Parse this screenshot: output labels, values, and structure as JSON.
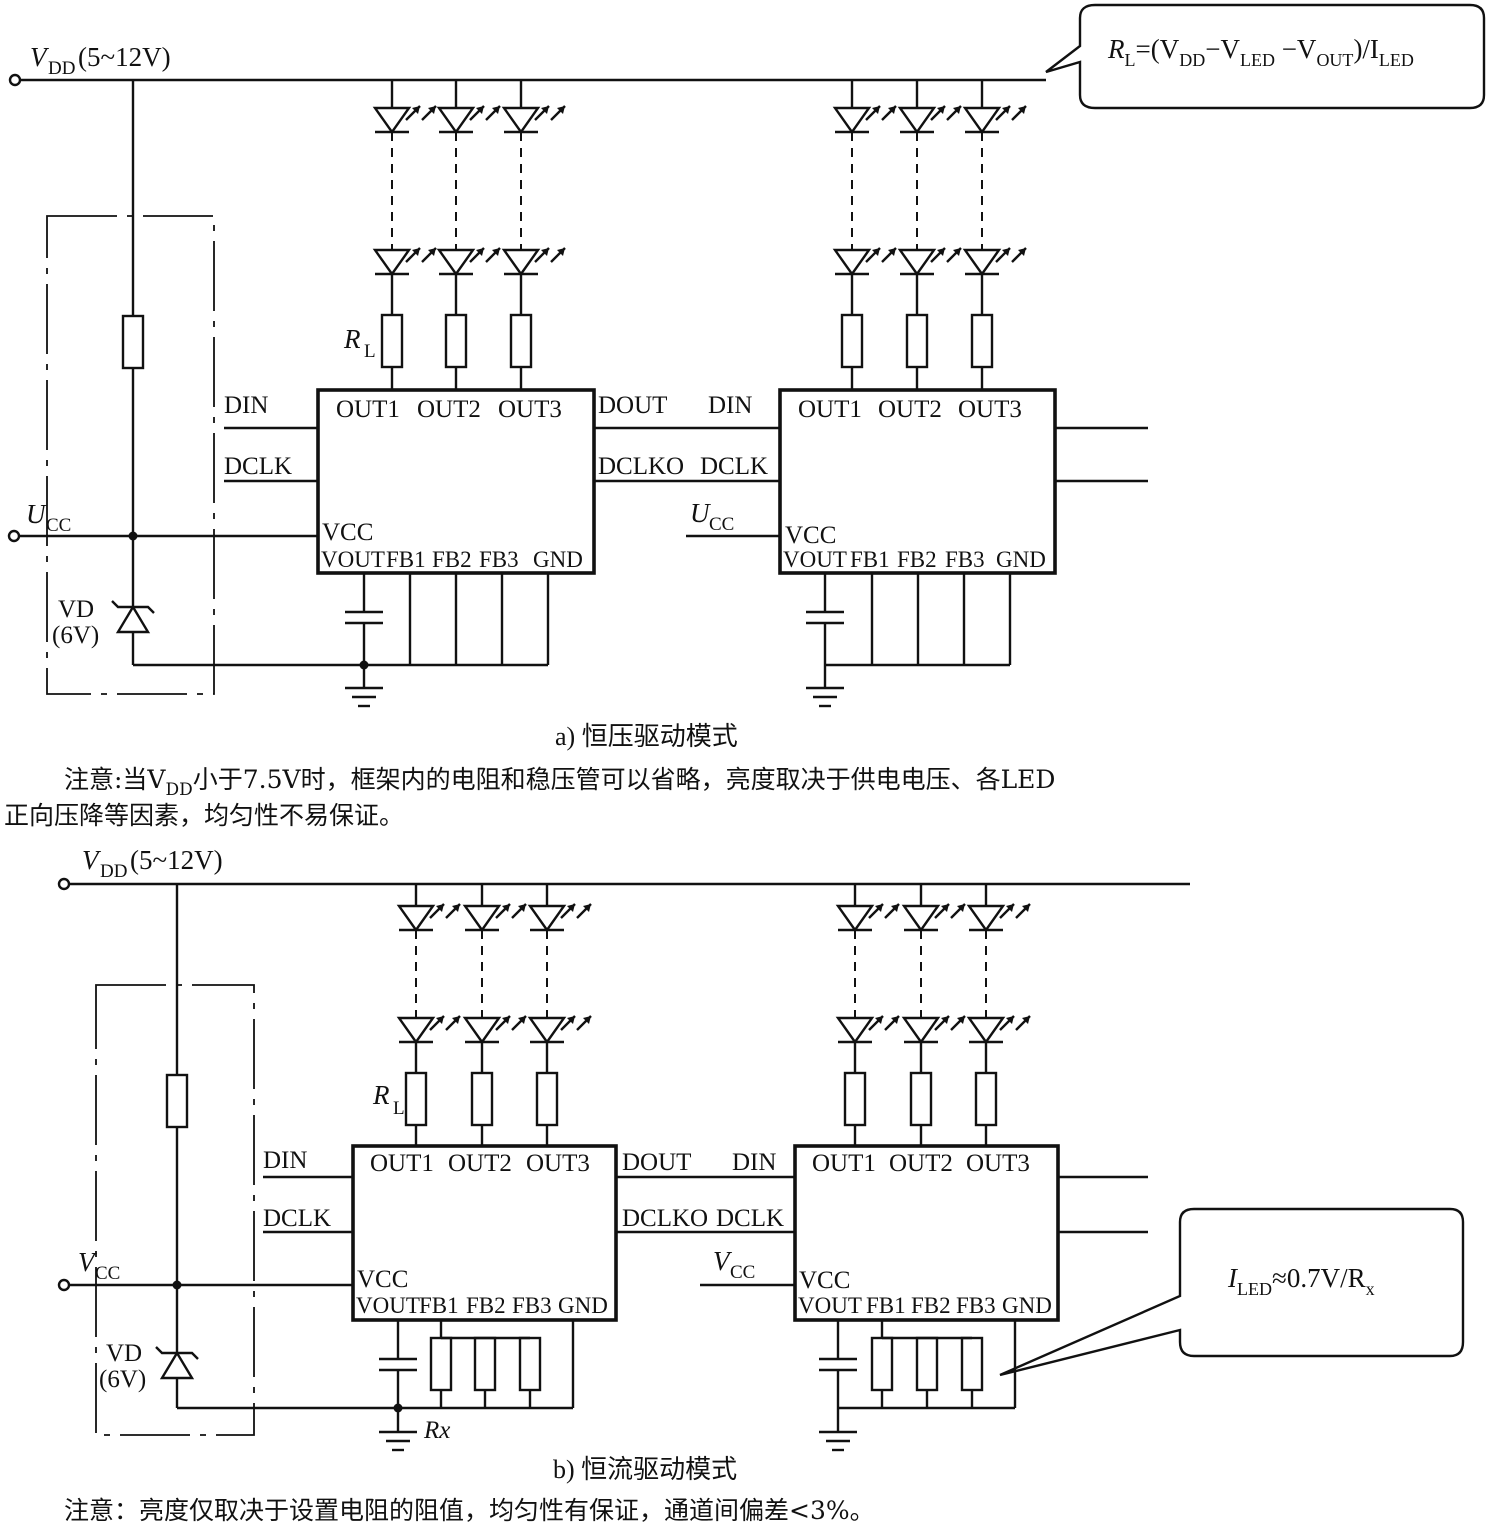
{
  "a": {
    "vdd": "V",
    "vdd_sub": "DD",
    "vdd_range": "(5~12V)",
    "callout": {
      "p1": "R",
      "p1s": "L",
      "p2": "=(V",
      "p2s": "DD",
      "p3": "−V",
      "p3s": "LED",
      "p4": " −V",
      "p4s": "OUT",
      "p5": ")/I",
      "p5s": "LED"
    },
    "ucc": "U",
    "ucc_sub": "CC",
    "ucc2": "U",
    "ucc2_sub": "CC",
    "vd": "VD",
    "vd_v": "(6V)",
    "rl": "R",
    "rl_sub": "L",
    "ic1": {
      "din": "DIN",
      "dclk": "DCLK",
      "out1": "OUT1",
      "out2": "OUT2",
      "out3": "OUT3",
      "vcc": "VCC",
      "vout": "VOUT",
      "fb1": "FB1",
      "fb2": "FB2",
      "fb3": "FB3",
      "gnd": "GND"
    },
    "dout": "DOUT",
    "dclko": "DCLKO",
    "ic2": {
      "din": "DIN",
      "dclk": "DCLK",
      "out1": "OUT1",
      "out2": "OUT2",
      "out3": "OUT3",
      "vcc": "VCC",
      "vout": "VOUT",
      "fb1": "FB1",
      "fb2": "FB2",
      "fb3": "FB3",
      "gnd": "GND"
    },
    "caption": "a) 恒压驱动模式",
    "note_line1": "注意:当V",
    "note_sub": "DD",
    "note_line1b": "小于7.5V时，框架内的电阻和稳压管可以省略，亮度取决于供电电压、各LED",
    "note_line2": "正向压降等因素，均匀性不易保证。"
  },
  "b": {
    "vdd": "V",
    "vdd_sub": "DD",
    "vdd_range": "(5~12V)",
    "vcc": "V",
    "vcc_sub": "CC",
    "vcc2": "V",
    "vcc2_sub": "CC",
    "vd": "VD",
    "vd_v": "(6V)",
    "rl": "R",
    "rl_sub": "L",
    "rx": "Rx",
    "ic1": {
      "din": "DIN",
      "dclk": "DCLK",
      "out1": "OUT1",
      "out2": "OUT2",
      "out3": "OUT3",
      "vcc": "VCC",
      "vout": "VOUT",
      "fb1": "FB1",
      "fb2": "FB2",
      "fb3": "FB3",
      "gnd": "GND"
    },
    "dout": "DOUT",
    "dclko": "DCLKO",
    "ic2": {
      "din": "DIN",
      "dclk": "DCLK",
      "out1": "OUT1",
      "out2": "OUT2",
      "out3": "OUT3",
      "vcc": "VCC",
      "vout": "VOUT",
      "fb1": "FB1",
      "fb2": "FB2",
      "fb3": "FB3",
      "gnd": "GND"
    },
    "callout": {
      "p1": "I",
      "p1s": "LED",
      "p2": "≈0.7V/R",
      "p2s": "x"
    },
    "caption": "b) 恒流驱动模式",
    "note": "注意：亮度仅取决于设置电阻的阻值，均匀性有保证，通道间偏差<3%。"
  }
}
